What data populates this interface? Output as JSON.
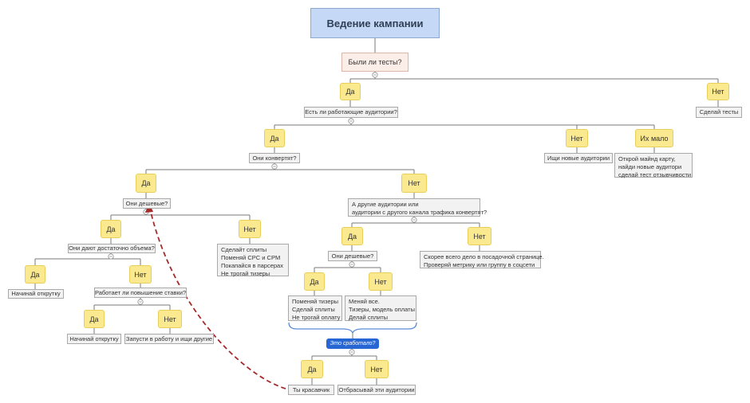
{
  "title": "Ведение кампании",
  "q_tests": "Были ли тесты?",
  "yes": "Да",
  "no": "Нет",
  "few": "Их мало",
  "do_tests": "Сделай тесты",
  "q_audiences": "Есть ли работающие аудитории?",
  "q_convert": "Они конвертят?",
  "find_new": "Ищи новые аудитории",
  "open_map": [
    "Открой майнд карту,",
    "найди новые аудитори",
    "сделай тест отзывчивости"
  ],
  "q_cheap": "Они дешевые?",
  "q_other": [
    "А другие аудитории или",
    "аудитории с другого канала трафика конвертят?"
  ],
  "q_volume": "Они дают достаточно объема?",
  "splits": [
    "Сделайт сплиты",
    "Поменяй CPC и CPM",
    "Покапайся в парсерах",
    "Не трогай тизеры"
  ],
  "landing": [
    "Скорее всего дело в посадочной странице.",
    "Проверяй метрику или группу в соцсети"
  ],
  "q_cheap2": "Они дешевые?",
  "start_spin": "Начинай открутку",
  "q_bid": "Работает ли повышение ставки?",
  "change_teasers": [
    "Поменяй тизеры",
    "Сделай сплиты",
    "Не трогай оплату"
  ],
  "change_all": [
    "Меняй все.",
    "Тизеры, модель оплаты",
    "Делай сплиты"
  ],
  "start_spin2": "Начинай открутку",
  "launch": "Запусти в работу и ищи другие",
  "worked": "Это сработало?",
  "great": "Ты красавчик",
  "drop": "Отбрасывай эти аудитории",
  "colors": {
    "root_fill": "#c5d9f6",
    "yes_no_fill": "#fbe98f",
    "box_fill": "#f2f2f2",
    "tag_fill": "#2767d4",
    "arrow": "#a52a2a",
    "brace": "#5b8bd6"
  }
}
